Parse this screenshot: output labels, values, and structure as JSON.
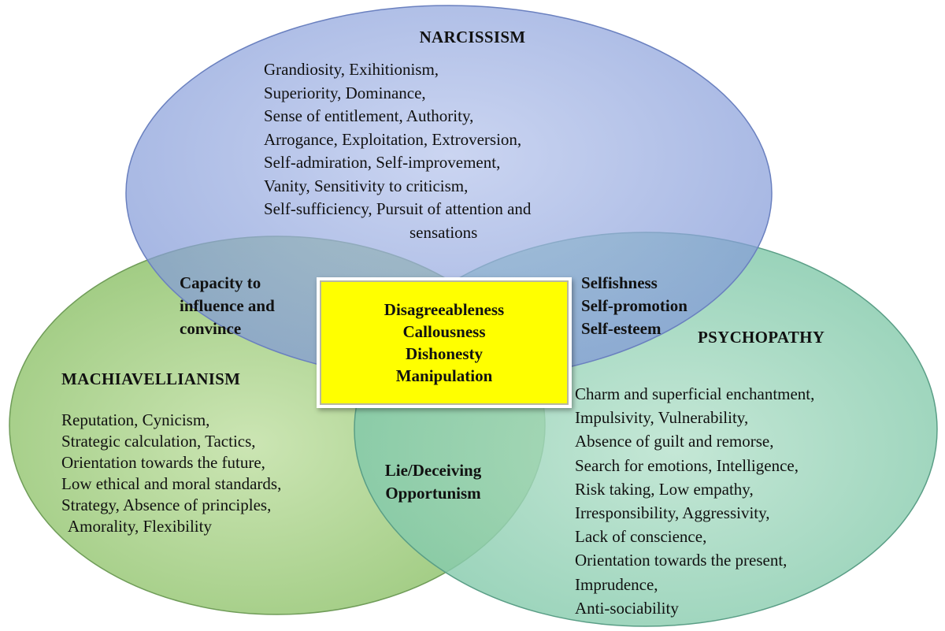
{
  "narcissism": {
    "title": "NARCISSISM",
    "traits": [
      "Grandiosity,   Exihitionism,",
      "Superiority,  Dominance,",
      "Sense of entitlement,  Authority,",
      "Arrogance, Exploitation, Extroversion,",
      "Self-admiration,   Self-improvement,",
      "Vanity, Sensitivity to criticism,",
      "Self-sufficiency,  Pursuit of attention and",
      "sensations"
    ]
  },
  "machiavellianism": {
    "title": "MACHIAVELLIANISM",
    "traits": [
      "Reputation,  Cynicism,",
      "Strategic calculation, Tactics,",
      "Orientation towards the future,",
      "Low ethical and moral standards,",
      "Strategy, Absence of principles,",
      "Amorality, Flexibility"
    ]
  },
  "psychopathy": {
    "title": "PSYCHOPATHY",
    "traits": [
      "Charm and superficial enchantment,",
      "Impulsivity, Vulnerability,",
      "Absence of guilt and remorse,",
      "Search for emotions, Intelligence,",
      "Risk taking, Low empathy,",
      "Irresponsibility,  Aggressivity,",
      "Lack of conscience,",
      "Orientation towards the present,",
      "Imprudence,",
      "Anti-sociability"
    ]
  },
  "overlaps": {
    "narcissism_machiavellianism": [
      "Capacity to",
      "influence and",
      "convince"
    ],
    "narcissism_psychopathy": [
      "Selfishness",
      "Self-promotion",
      "Self-esteem"
    ],
    "machiavellianism_psychopathy": [
      "Lie/Deceiving",
      "Opportunism"
    ],
    "all_three": [
      "Disagreeableness",
      "Callousness",
      "Dishonesty",
      "Manipulation"
    ]
  },
  "colors": {
    "narcissism_fill": "#8ea4dc",
    "machiavellianism_fill": "#a6d087",
    "psychopathy_fill": "#8fd0b2",
    "center_box": "#ffff00"
  }
}
